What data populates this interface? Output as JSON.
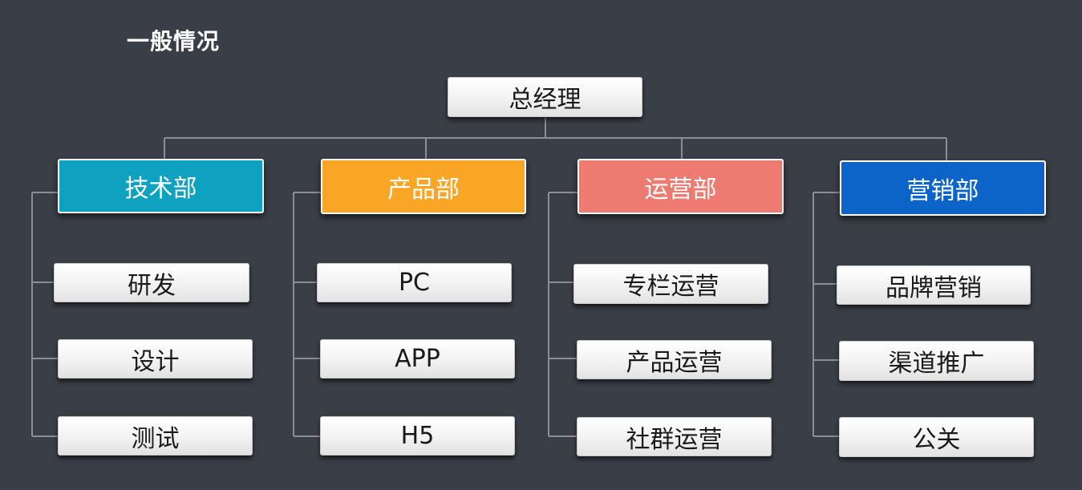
{
  "title": "一般情况",
  "root": {
    "label": "总经理"
  },
  "departments": [
    {
      "label": "技术部",
      "color": "#0fa2c0",
      "children": [
        "研发",
        "设计",
        "测试"
      ]
    },
    {
      "label": "产品部",
      "color": "#f9a526",
      "children": [
        "PC",
        "APP",
        "H5"
      ]
    },
    {
      "label": "运营部",
      "color": "#ee7b72",
      "children": [
        "专栏运营",
        "产品运营",
        "社群运营"
      ]
    },
    {
      "label": "营销部",
      "color": "#0c64c8",
      "children": [
        "品牌营销",
        "渠道推广",
        "公关"
      ]
    }
  ]
}
